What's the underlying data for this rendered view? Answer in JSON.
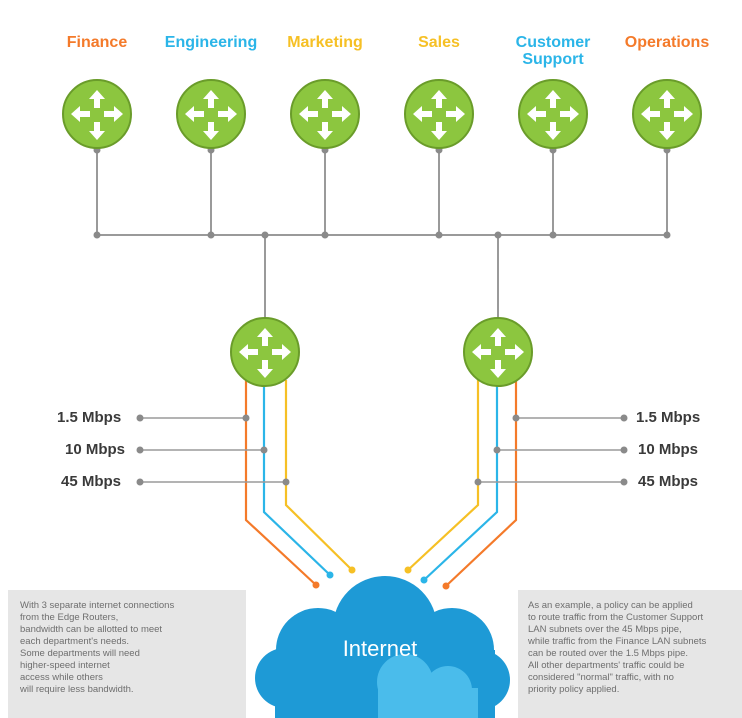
{
  "departments": [
    {
      "label": "Finance",
      "color": "#f47a2a"
    },
    {
      "label": "Engineering",
      "color": "#2bb5e8"
    },
    {
      "label": "Marketing",
      "color": "#f6c025"
    },
    {
      "label": "Sales",
      "color": "#f6c025"
    },
    {
      "label": "Customer\nSupport",
      "color": "#2bb5e8"
    },
    {
      "label": "Operations",
      "color": "#f47a2a"
    }
  ],
  "bandwidth": {
    "left": [
      "1.5 Mbps",
      "10 Mbps",
      "45 Mbps"
    ],
    "right": [
      "1.5 Mbps",
      "10 Mbps",
      "45 Mbps"
    ]
  },
  "cloud_label": "Internet",
  "notes": {
    "left": "With 3 separate internet connections\nfrom the Edge Routers,\nbandwidth can be allotted to meet\neach department's needs.\nSome departments will need\nhigher-speed internet\naccess while others\nwill require less bandwidth.",
    "right": "As an example, a policy can be applied\nto route traffic from the Customer Support\nLAN subnets over the 45 Mbps pipe,\nwhile traffic from the Finance LAN subnets\ncan be routed over the 1.5 Mbps pipe.\nAll other departments' traffic could be\nconsidered \"normal\" traffic, with no\npriority policy applied."
  },
  "colors": {
    "router_fill": "#8cc63f",
    "router_stroke": "#6a9c2a",
    "line_gray": "#9a9a9a",
    "link_orange": "#f47a2a",
    "link_blue": "#2bb5e8",
    "link_yellow": "#f6c025",
    "cloud_blue": "#1e9ad6"
  },
  "icons": {
    "router": "router-icon",
    "cloud": "cloud-icon"
  }
}
